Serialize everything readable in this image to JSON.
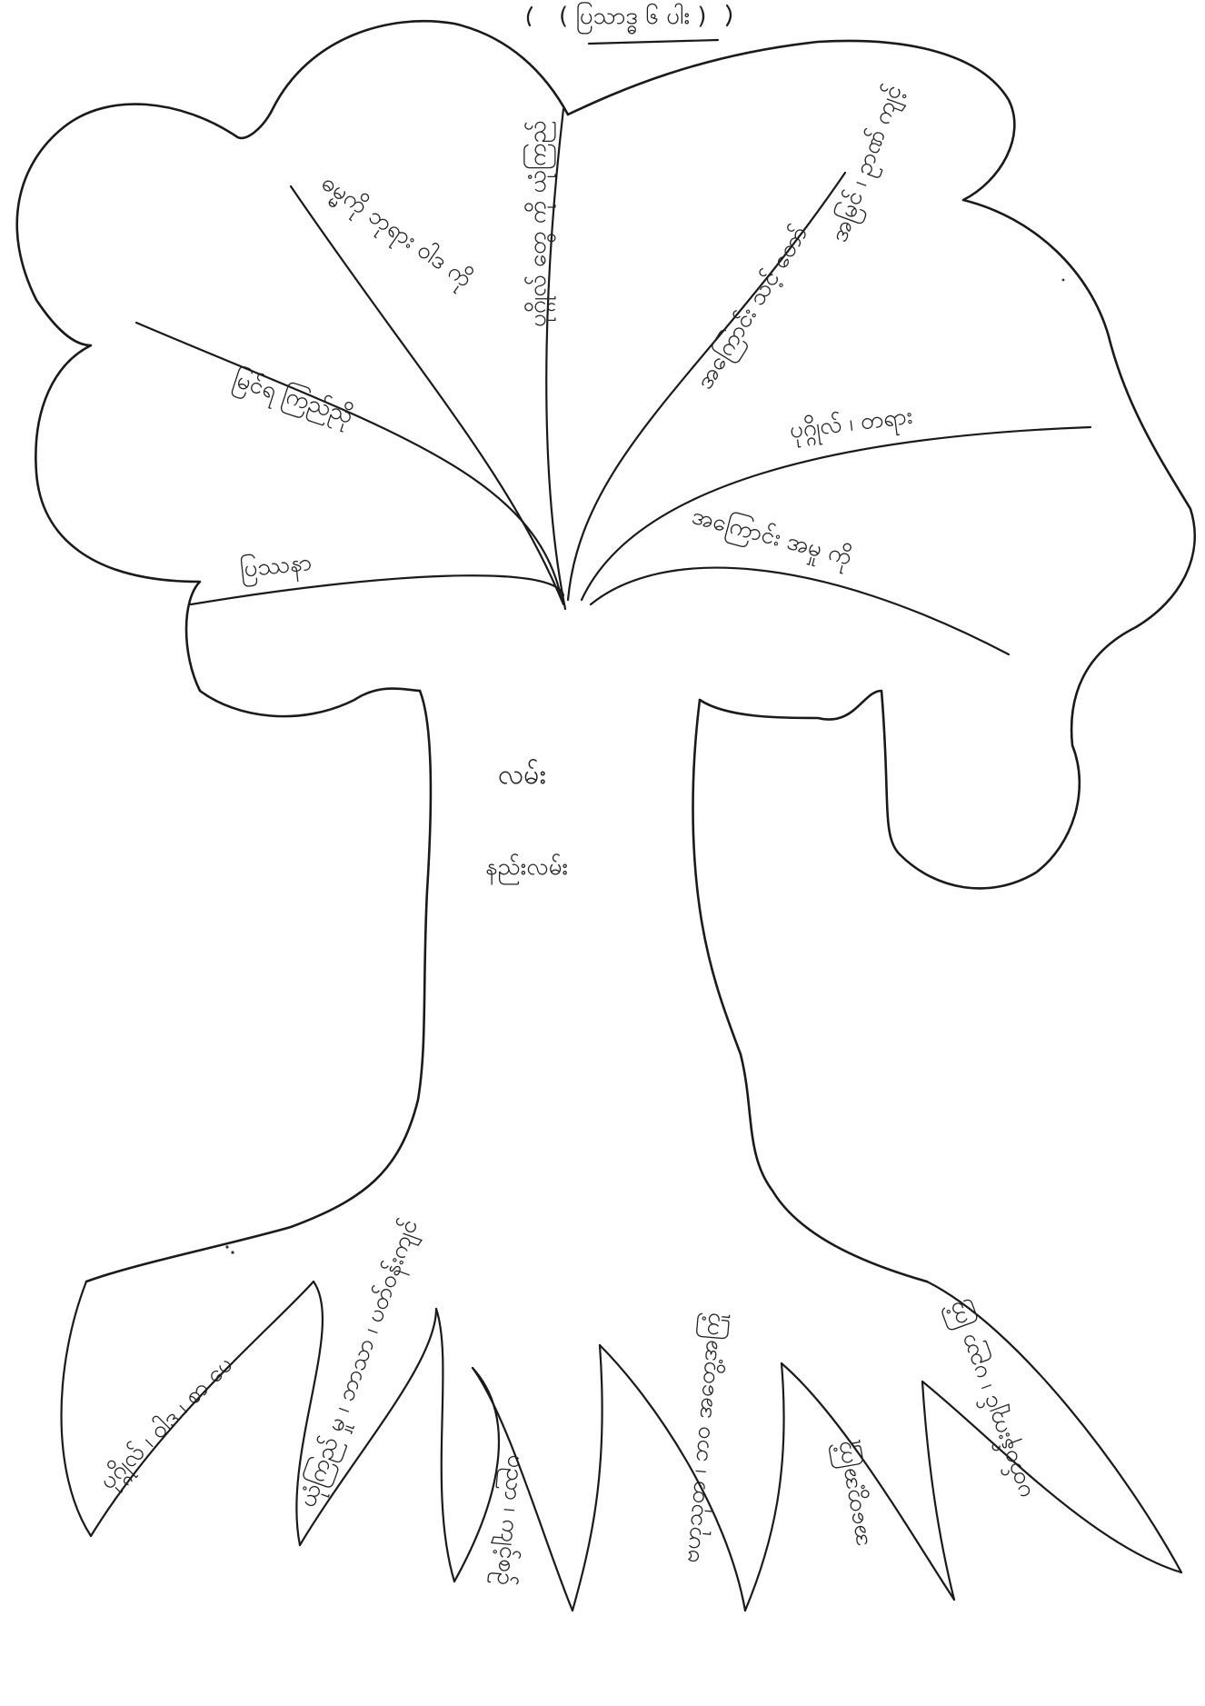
{
  "header": {
    "title_note": "( ပြသာဒ္ဓ ၆ ပါး )"
  },
  "trunk": {
    "line1": "လမ်း",
    "line2": "နည်းလမ်း"
  },
  "branches": [
    "ဓမ္မကို ဘုရား ဝါဒ ကို",
    "ပုဂ္ဂိုလ် တွေ ကို ယုံကြည်",
    "အကြောင်း သင့် တော်",
    "ပုဂ္ဂိုလ် ၊ တရား",
    "မြင်ရ ကြည်ညို",
    "ပြဿနာ",
    "အကြောင်း အမှု ကို",
    "အမြင် ၊ ဥာဏ် ကျင့်"
  ],
  "roots": [
    "ပုဂ္ဂိုလ် ၊ ဝါဒ ၊ စာ ပေ",
    "ယုံကြည် မှု ၊ ဘာသာ ၊ ပတ်ဝန်းကျင်",
    "ပညာ ၊ ကျင့်စဉ်",
    "ဗဟုသုတ ၊ ဘဝ အတွေ့အကြုံ",
    "အတွေ့အကြုံ",
    "ပတ်ဝန်းကျင် ၊ ပညာ ကြံ"
  ]
}
